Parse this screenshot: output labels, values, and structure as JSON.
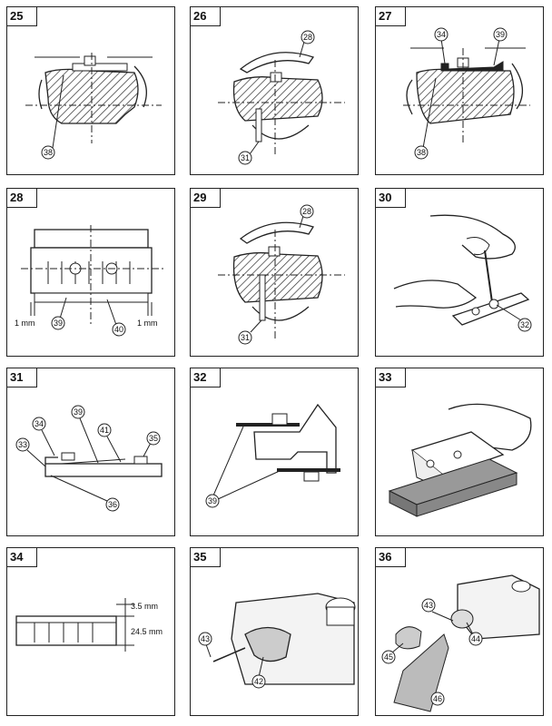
{
  "panels": [
    {
      "number": "25",
      "callouts": [
        "38"
      ]
    },
    {
      "number": "26",
      "callouts": [
        "28",
        "31"
      ]
    },
    {
      "number": "27",
      "callouts": [
        "34",
        "39",
        "38"
      ]
    },
    {
      "number": "28",
      "callouts": [
        "39",
        "40"
      ],
      "labels": [
        "1 mm",
        "1 mm"
      ]
    },
    {
      "number": "29",
      "callouts": [
        "28",
        "31"
      ]
    },
    {
      "number": "30",
      "callouts": [
        "32"
      ]
    },
    {
      "number": "31",
      "callouts": [
        "39",
        "41",
        "34",
        "35",
        "33",
        "36"
      ]
    },
    {
      "number": "32",
      "callouts": [
        "39"
      ]
    },
    {
      "number": "33",
      "callouts": []
    },
    {
      "number": "34",
      "callouts": [],
      "labels": [
        "3.5 mm",
        "24.5 mm"
      ]
    },
    {
      "number": "35",
      "callouts": [
        "43",
        "42"
      ]
    },
    {
      "number": "36",
      "callouts": [
        "43",
        "44",
        "45",
        "46"
      ]
    }
  ]
}
